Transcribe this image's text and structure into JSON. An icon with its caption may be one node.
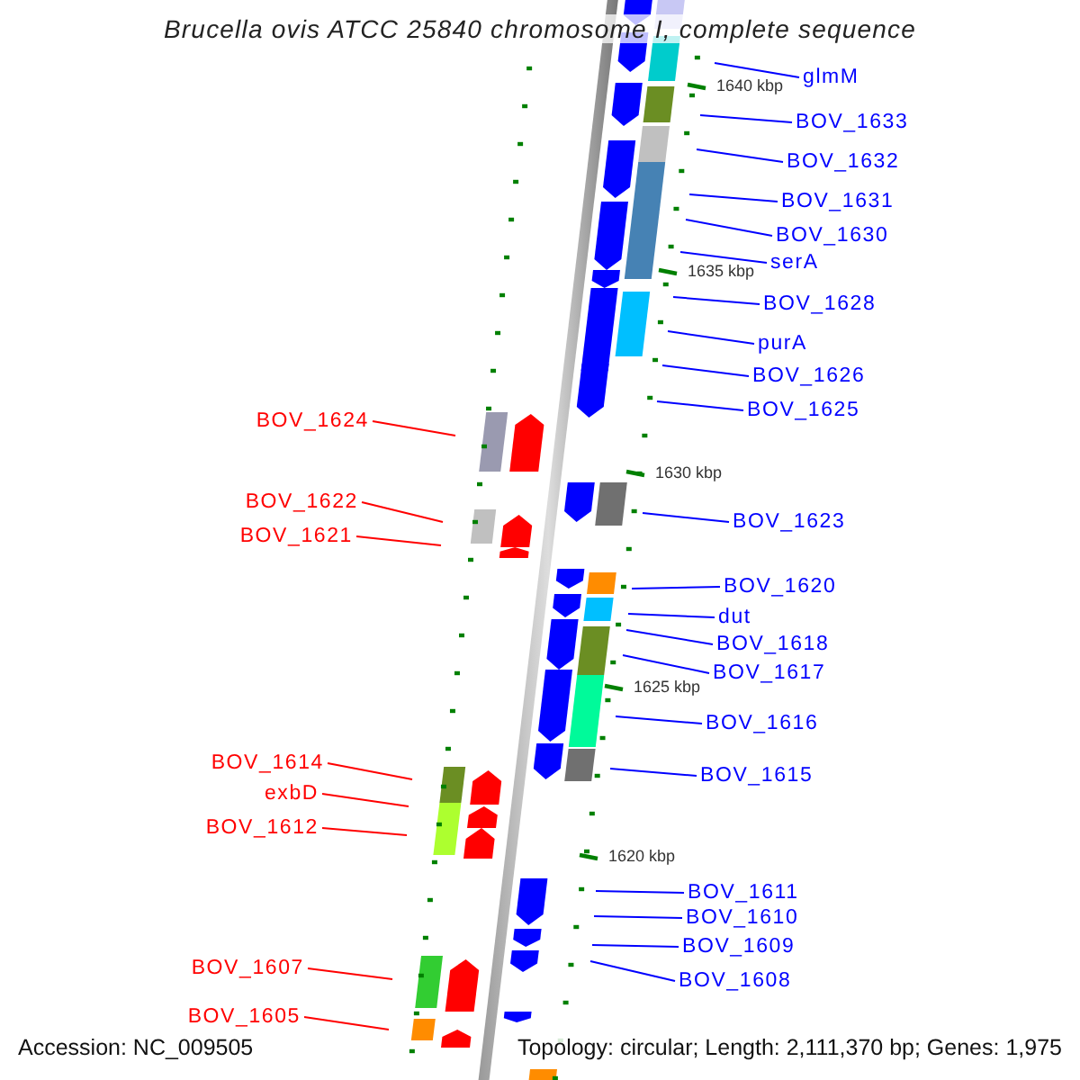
{
  "diagram": {
    "title": "Brucella ovis ATCC 25840 chromosome I, complete sequence",
    "nodes": [
      {
        "text": [
          "glmM"
        ]
      },
      {
        "text": [
          "BOV_1633"
        ]
      },
      {
        "text": [
          "BOV_1632"
        ]
      },
      {
        "text": [
          "BOV_1631"
        ]
      },
      {
        "text": [
          "BOV_1630"
        ]
      },
      {
        "text": [
          "serA"
        ]
      },
      {
        "text": [
          "BOV_1628"
        ]
      },
      {
        "text": [
          "purA"
        ]
      },
      {
        "text": [
          "BOV_1626"
        ]
      },
      {
        "text": [
          "BOV_1625"
        ]
      },
      {
        "text": [
          "BOV_1624"
        ]
      },
      {
        "text": [
          "BOV_1622"
        ]
      },
      {
        "text": [
          "BOV_1623"
        ]
      },
      {
        "text": [
          "BOV_1621"
        ]
      },
      {
        "text": [
          "BOV_1620"
        ]
      },
      {
        "text": [
          "dut"
        ]
      },
      {
        "text": [
          "BOV_1618"
        ]
      },
      {
        "text": [
          "BOV_1617"
        ]
      },
      {
        "text": [
          "BOV_1616"
        ]
      },
      {
        "text": [
          "BOV_1614"
        ]
      },
      {
        "text": [
          "BOV_1615"
        ]
      },
      {
        "text": [
          "exbD"
        ]
      },
      {
        "text": [
          "BOV_1612"
        ]
      },
      {
        "text": [
          "BOV_1611"
        ]
      },
      {
        "text": [
          "BOV_1610"
        ]
      },
      {
        "text": [
          "BOV_1609"
        ]
      },
      {
        "text": [
          "BOV_1607"
        ]
      },
      {
        "text": [
          "BOV_1608"
        ]
      },
      {
        "text": [
          "BOV_1605"
        ]
      }
    ],
    "edges": [
      {
        "from": 0,
        "to": null,
        "arrow": "none"
      },
      {
        "from": 1,
        "to": null,
        "arrow": "none"
      },
      {
        "from": 2,
        "to": null,
        "arrow": "none"
      },
      {
        "from": 3,
        "to": null,
        "arrow": "none"
      },
      {
        "from": 4,
        "to": null,
        "arrow": "none"
      },
      {
        "from": 5,
        "to": null,
        "arrow": "none"
      },
      {
        "from": 6,
        "to": null,
        "arrow": "none"
      },
      {
        "from": 7,
        "to": null,
        "arrow": "none"
      },
      {
        "from": 8,
        "to": null,
        "arrow": "none"
      },
      {
        "from": 9,
        "to": null,
        "arrow": "none"
      },
      {
        "from": 10,
        "to": null,
        "arrow": "none",
        "color": "#ff0000"
      },
      {
        "from": 11,
        "to": null,
        "arrow": "none",
        "color": "#ff0000"
      },
      {
        "from": 12,
        "to": null,
        "arrow": "none"
      },
      {
        "from": 13,
        "to": null,
        "arrow": "none",
        "color": "#ff0000"
      },
      {
        "from": 14,
        "to": null,
        "arrow": "none"
      },
      {
        "from": 15,
        "to": null,
        "arrow": "none"
      },
      {
        "from": 16,
        "to": null,
        "arrow": "none"
      },
      {
        "from": 17,
        "to": null,
        "arrow": "none"
      },
      {
        "from": 18,
        "to": null,
        "arrow": "none"
      },
      {
        "from": 19,
        "to": null,
        "arrow": "none",
        "color": "#ff0000"
      },
      {
        "from": 20,
        "to": null,
        "arrow": "none"
      },
      {
        "from": 21,
        "to": null,
        "arrow": "none",
        "color": "#ff0000"
      },
      {
        "from": 22,
        "to": null,
        "arrow": "none",
        "color": "#ff0000"
      },
      {
        "from": 23,
        "to": null,
        "arrow": "none"
      },
      {
        "from": 24,
        "to": null,
        "arrow": "none"
      },
      {
        "from": 25,
        "to": null,
        "arrow": "none"
      },
      {
        "from": 26,
        "to": null,
        "arrow": "none",
        "color": "#ff0000"
      },
      {
        "from": 27,
        "to": null,
        "arrow": "none"
      },
      {
        "from": 28,
        "to": null,
        "arrow": "none",
        "color": "#ff0000"
      }
    ],
    "labels": [
      "1640 kbp",
      "1635 kbp",
      "1630 kbp",
      "1625 kbp",
      "1620 kbp",
      "Accession: NC_009505",
      "Topology: circular; Length: 2,111,370 bp; Genes: 1,975"
    ]
  }
}
